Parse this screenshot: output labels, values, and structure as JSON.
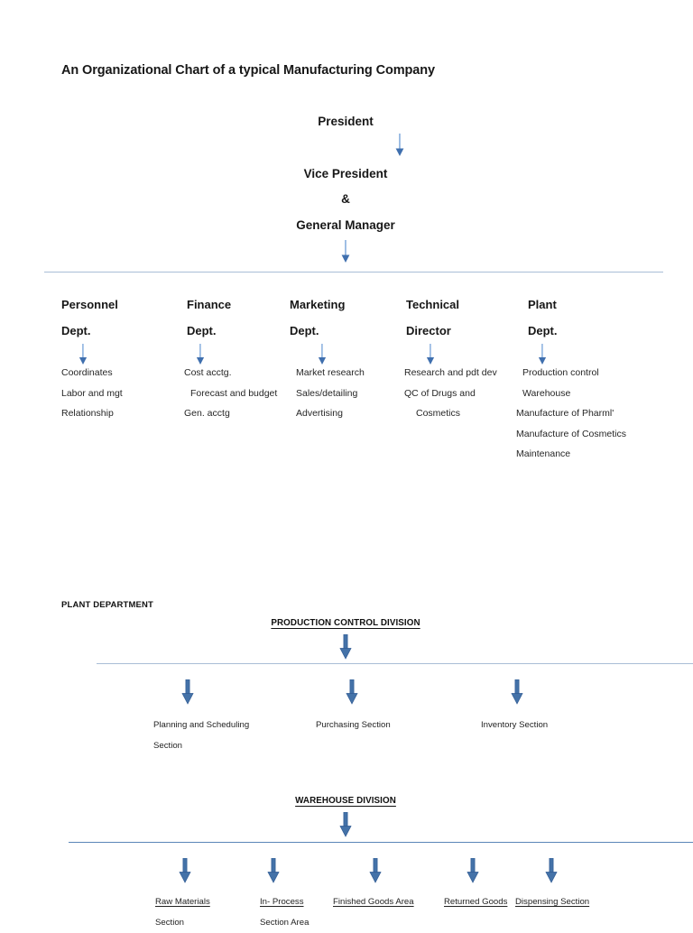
{
  "document": {
    "title": "An Organizational Chart of a typical Manufacturing Company"
  },
  "hierarchy": {
    "president": "President",
    "vice_president": "Vice President",
    "ampersand": "&",
    "general_manager": "General Manager"
  },
  "departments": [
    {
      "name": "Personnel",
      "suffix": "Dept.",
      "items": [
        "Coordinates",
        "Labor and mgt",
        "Relationship"
      ]
    },
    {
      "name": "Finance",
      "suffix": "Dept.",
      "items": [
        "Cost acctg.",
        "Forecast and budget",
        "Gen. acctg"
      ]
    },
    {
      "name": "Marketing",
      "suffix": "Dept.",
      "items": [
        "Market research",
        "Sales/detailing",
        "Advertising"
      ]
    },
    {
      "name": "Technical",
      "suffix": "Director",
      "items": [
        "Research and pdt dev",
        "QC of Drugs and",
        "Cosmetics"
      ]
    },
    {
      "name": "Plant",
      "suffix": "Dept.",
      "items": [
        "Production control",
        "Warehouse",
        "Manufacture of Pharml'",
        "Manufacture of Cosmetics",
        "Maintenance"
      ]
    }
  ],
  "plant_department": {
    "heading": "PLANT DEPARTMENT",
    "divisions": [
      {
        "title": "PRODUCTION CONTROL DIVISION",
        "sections": [
          {
            "line1": "Planning and Scheduling",
            "line2": "Section",
            "underlined": false
          },
          {
            "line1": "Purchasing Section",
            "line2": "",
            "underlined": false
          },
          {
            "line1": "Inventory Section",
            "line2": "",
            "underlined": false
          }
        ]
      },
      {
        "title": "WAREHOUSE DIVISION",
        "sections": [
          {
            "line1": "Raw Materials",
            "line2": "Section",
            "underlined": true
          },
          {
            "line1": "In- Process",
            "line2": "Section Area",
            "underlined": true
          },
          {
            "line1": "Finished Goods Area",
            "line2": "",
            "underlined": true
          },
          {
            "line1": "Returned Goods",
            "line2": "",
            "underlined": true
          },
          {
            "line1": "Dispensing Section",
            "line2": "",
            "underlined": true
          }
        ]
      }
    ]
  },
  "colors": {
    "arrow_thin": "#7da7d9",
    "arrow_thick": "#4472a8",
    "rule_light": "#a9bdd6",
    "rule_dark": "#5b86b8",
    "text": "#1a1a1a"
  }
}
